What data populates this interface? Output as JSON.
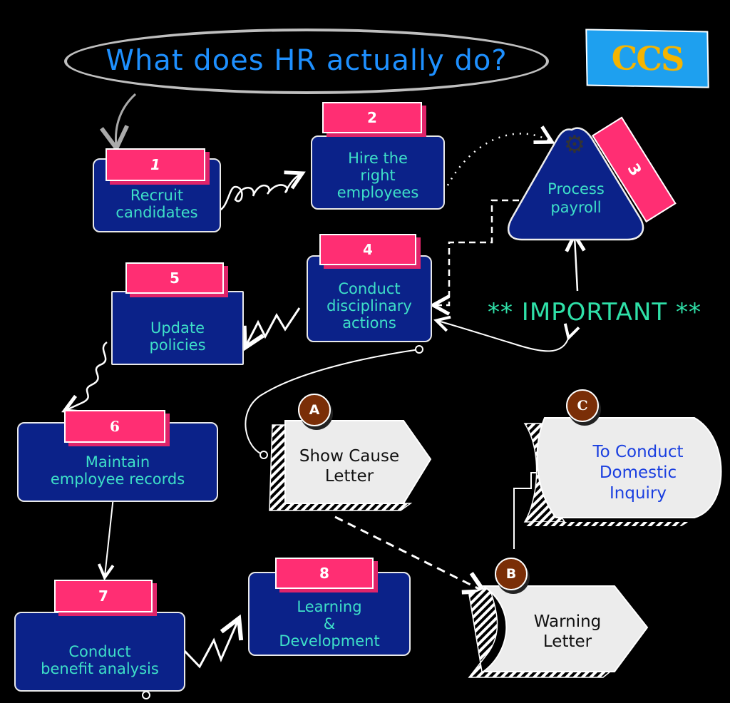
{
  "title": "What does HR actually do?",
  "logo": "CCS",
  "colors": {
    "background": "#000000",
    "box_fill": "#0b2289",
    "box_text": "#3ee0c8",
    "tag_fill": "#ff2e73",
    "title_text": "#1e90ff",
    "badge_fill": "#7a2e07",
    "important_text": "#2fe0a8",
    "logo_bg": "#1ea0ef",
    "logo_text": "#f5b400"
  },
  "steps": [
    {
      "number": "1",
      "label_line1": "Recruit",
      "label_line2": "candidates"
    },
    {
      "number": "2",
      "label_line1": "Hire the",
      "label_line2": "right",
      "label_line3": "employees"
    },
    {
      "number": "3",
      "label_line1": "Process",
      "label_line2": "payroll",
      "icon": "gear-icon"
    },
    {
      "number": "4",
      "label_line1": "Conduct",
      "label_line2": "disciplinary",
      "label_line3": "actions"
    },
    {
      "number": "5",
      "label_line1": "Update",
      "label_line2": "policies"
    },
    {
      "number": "6",
      "label_line1": "Maintain",
      "label_line2": "employee records"
    },
    {
      "number": "7",
      "label_line1": "Conduct",
      "label_line2": "benefit analysis"
    },
    {
      "number": "8",
      "label_line1": "Learning",
      "label_line2": "&",
      "label_line3": "Development"
    }
  ],
  "disciplinary_options": [
    {
      "badge": "A",
      "label_line1": "Show Cause",
      "label_line2": "Letter"
    },
    {
      "badge": "B",
      "label_line1": "Warning",
      "label_line2": "Letter"
    },
    {
      "badge": "C",
      "label_line1": "To Conduct",
      "label_line2": "Domestic",
      "label_line3": "Inquiry"
    }
  ],
  "important_note": "** IMPORTANT **"
}
